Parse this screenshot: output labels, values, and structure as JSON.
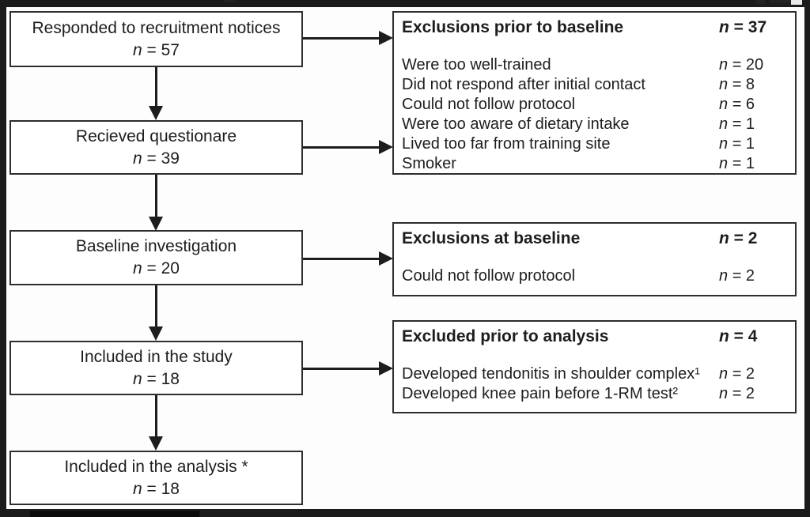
{
  "diagram": {
    "left_boxes": [
      {
        "line1": "Responded to recruitment notices",
        "n_sym": "n",
        "n_val": "= 57"
      },
      {
        "line1": "Recieved questionare",
        "n_sym": "n",
        "n_val": "= 39"
      },
      {
        "line1": "Baseline investigation",
        "n_sym": "n",
        "n_val": "= 20"
      },
      {
        "line1": "Included in the study",
        "n_sym": "n",
        "n_val": "= 18"
      },
      {
        "line1": "Included in the analysis *",
        "n_sym": "n",
        "n_val": "= 18"
      }
    ],
    "right_boxes": [
      {
        "title": "Exclusions prior to baseline",
        "n_sym": "n",
        "n_val": "= 37",
        "items": [
          {
            "label": "Were too well-trained",
            "n_sym": "n",
            "n_val": "= 20"
          },
          {
            "label": "Did not respond after initial contact",
            "n_sym": "n",
            "n_val": "= 8"
          },
          {
            "label": "Could not follow protocol",
            "n_sym": "n",
            "n_val": "= 6"
          },
          {
            "label": "Were too aware of dietary intake",
            "n_sym": "n",
            "n_val": "= 1"
          },
          {
            "label": "Lived too far from training site",
            "n_sym": "n",
            "n_val": "= 1"
          },
          {
            "label": "Smoker",
            "n_sym": "n",
            "n_val": "= 1"
          }
        ]
      },
      {
        "title": "Exclusions at baseline",
        "n_sym": "n",
        "n_val": "= 2",
        "items": [
          {
            "label": "Could not follow protocol",
            "n_sym": "n",
            "n_val": "= 2"
          }
        ]
      },
      {
        "title": "Excluded prior to analysis",
        "n_sym": "n",
        "n_val": "= 4",
        "items": [
          {
            "label": "Developed tendonitis in shoulder complex¹",
            "n_sym": "n",
            "n_val": "= 2"
          },
          {
            "label": "Developed knee pain before 1-RM test²",
            "n_sym": "n",
            "n_val": "= 2"
          }
        ]
      }
    ],
    "colors": {
      "frame": "#1b1b1b",
      "canvas": "#fdfdfd",
      "box_border": "#2e2e2e",
      "text": "#1d1d1d"
    }
  }
}
